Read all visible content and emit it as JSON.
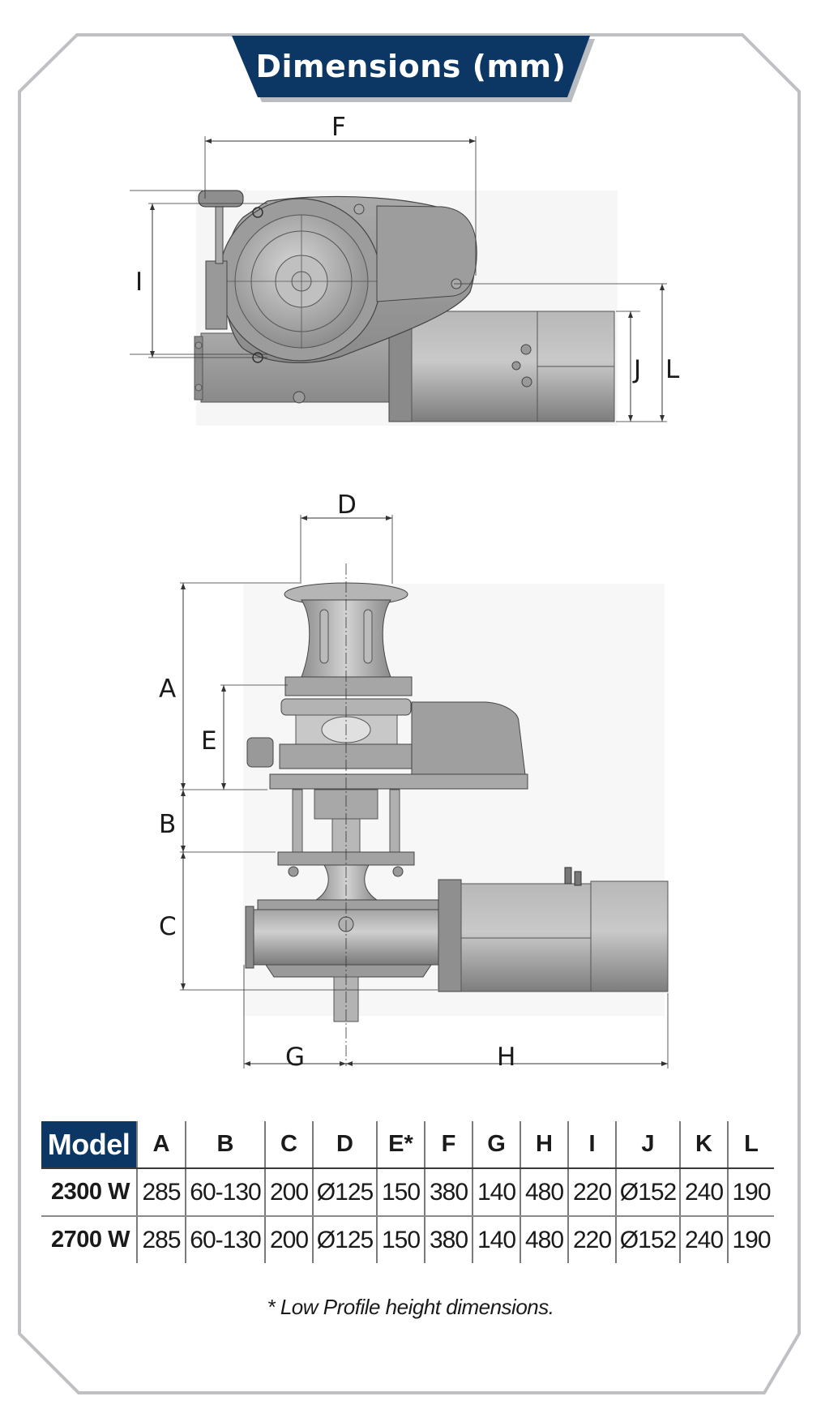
{
  "header": {
    "title": "Dimensions (mm)",
    "banner_color": "#0c3764"
  },
  "top_view": {
    "labels": {
      "F": "F",
      "I": "I",
      "J": "J",
      "L": "L"
    }
  },
  "side_view": {
    "labels": {
      "A": "A",
      "B": "B",
      "C": "C",
      "D": "D",
      "E": "E",
      "G": "G",
      "H": "H"
    }
  },
  "table": {
    "headers": [
      "Model",
      "A",
      "B",
      "C",
      "D",
      "E*",
      "F",
      "G",
      "H",
      "I",
      "J",
      "K",
      "L"
    ],
    "rows": [
      [
        "2300 W",
        "285",
        "60-130",
        "200",
        "Ø125",
        "150",
        "380",
        "140",
        "480",
        "220",
        "Ø152",
        "240",
        "190"
      ],
      [
        "2700 W",
        "285",
        "60-130",
        "200",
        "Ø125",
        "150",
        "380",
        "140",
        "480",
        "220",
        "Ø152",
        "240",
        "190"
      ]
    ]
  },
  "footnote": "* Low Profile height dimensions."
}
